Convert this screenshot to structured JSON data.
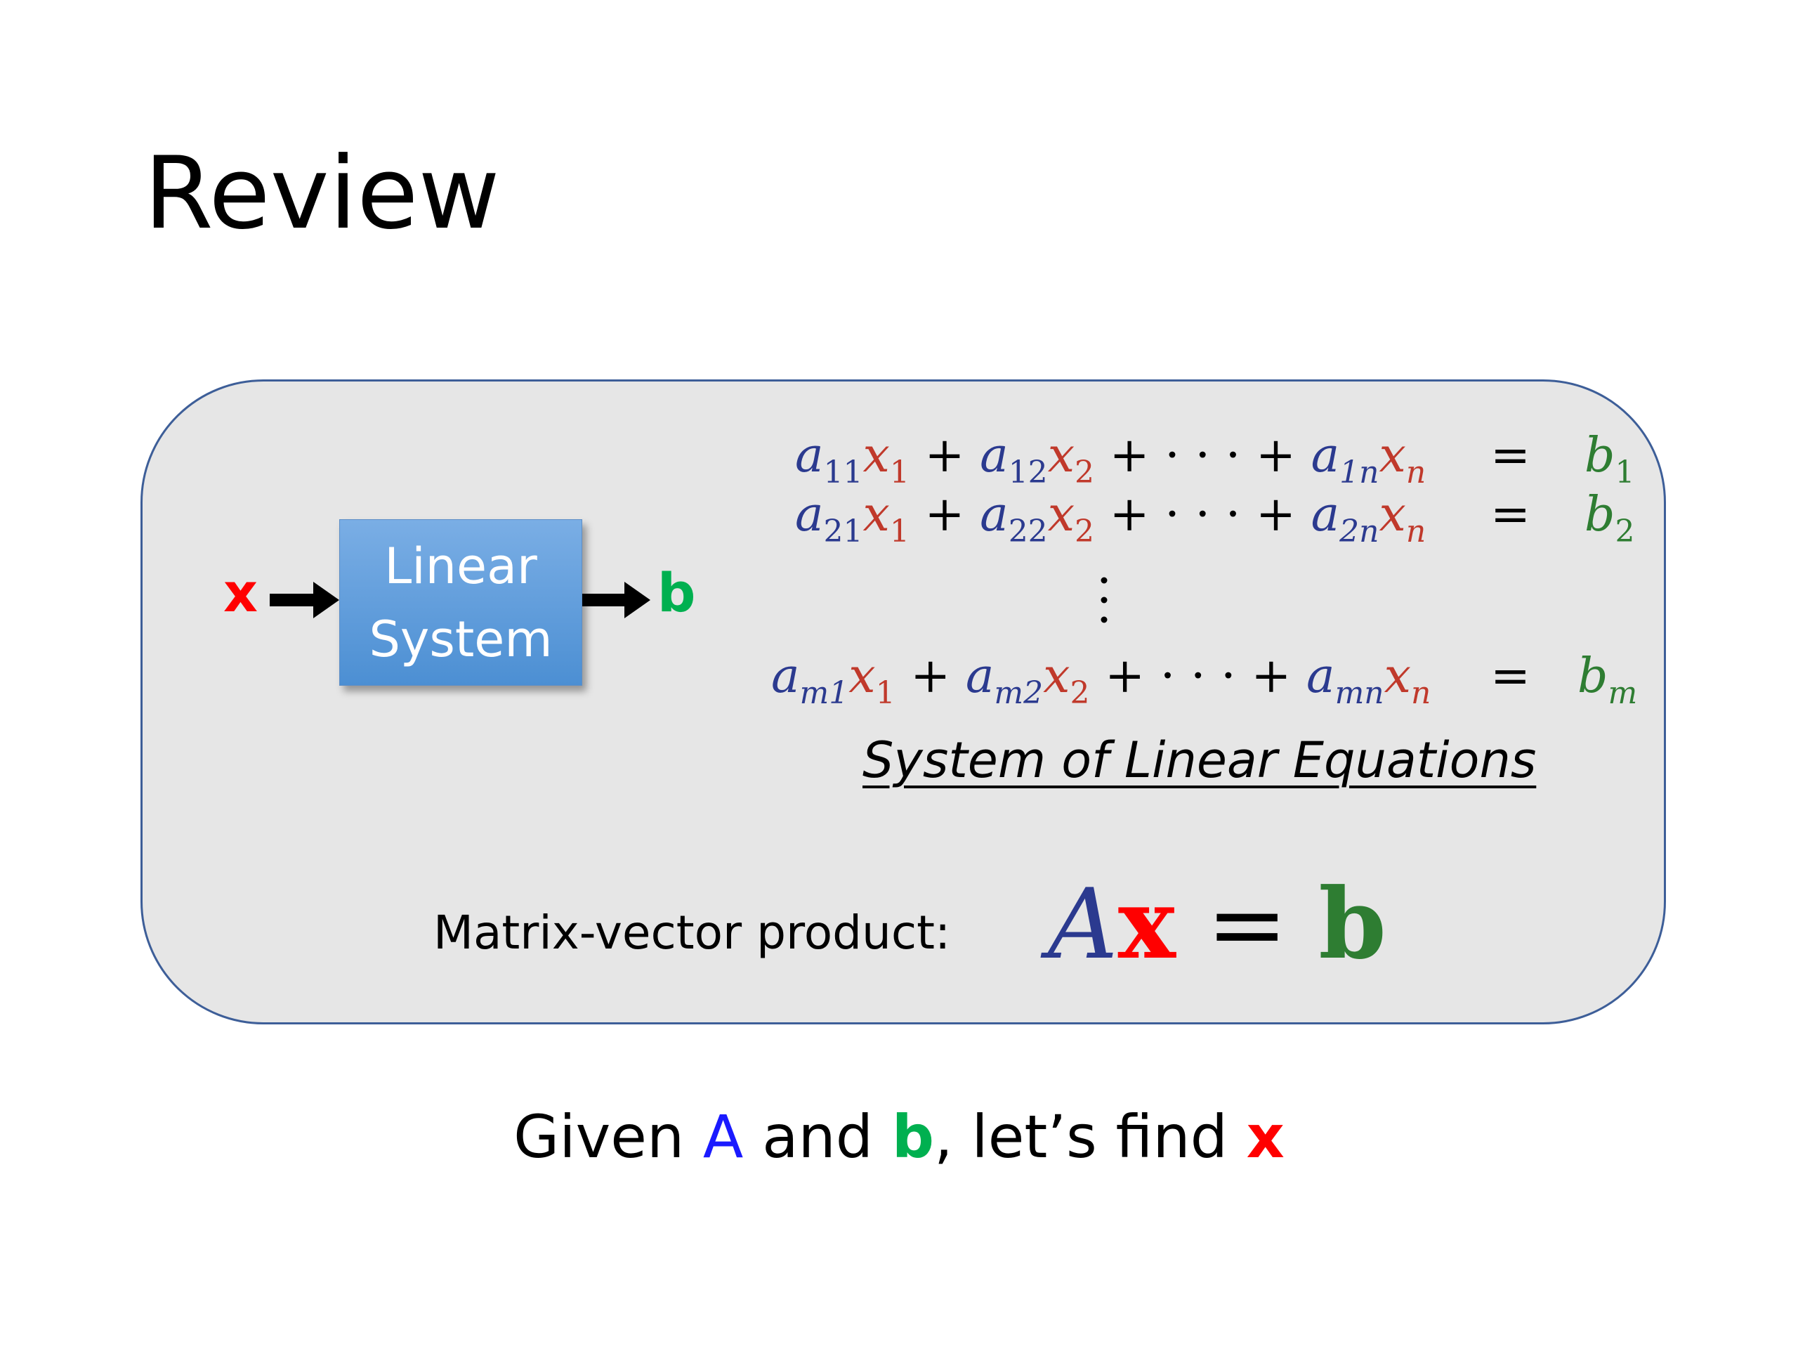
{
  "title": "Review",
  "colors": {
    "coefficient": "#2b3a8f",
    "unknown": "#c0392b",
    "result": "#2e7d32",
    "panel_border": "#3d5e98",
    "bright_blue": "#1a1aff",
    "bright_green": "#00b050",
    "bright_red": "#ff0000"
  },
  "diagram": {
    "input_label": "x",
    "output_label": "b",
    "box_line1": "Linear",
    "box_line2": "System"
  },
  "equations": [
    {
      "terms": [
        {
          "a": "a",
          "asub": "11",
          "x": "x",
          "xsub": "1"
        },
        {
          "a": "a",
          "asub": "12",
          "x": "x",
          "xsub": "2"
        },
        {
          "a": "a",
          "asub": "1n",
          "x": "x",
          "xsub": "n"
        }
      ],
      "eq": "=",
      "b": "b",
      "bsub": "1"
    },
    {
      "terms": [
        {
          "a": "a",
          "asub": "21",
          "x": "x",
          "xsub": "1"
        },
        {
          "a": "a",
          "asub": "22",
          "x": "x",
          "xsub": "2"
        },
        {
          "a": "a",
          "asub": "2n",
          "x": "x",
          "xsub": "n"
        }
      ],
      "eq": "=",
      "b": "b",
      "bsub": "2"
    },
    {
      "terms": [
        {
          "a": "a",
          "asub": "m1",
          "x": "x",
          "xsub": "1"
        },
        {
          "a": "a",
          "asub": "m2",
          "x": "x",
          "xsub": "2"
        },
        {
          "a": "a",
          "asub": "mn",
          "x": "x",
          "xsub": "n"
        }
      ],
      "eq": "=",
      "b": "b",
      "bsub": "m"
    }
  ],
  "plus": "+",
  "cdots": "· · ·",
  "caption": "System of Linear Equations",
  "matrix_vector": {
    "label": "Matrix-vector product:",
    "A": "A",
    "x": "x",
    "eq": "=",
    "b": "b"
  },
  "bottom": {
    "given": "Given",
    "A": "A",
    "and": "and",
    "b": "b",
    "lets_find": ", let’s find",
    "x": "x"
  }
}
